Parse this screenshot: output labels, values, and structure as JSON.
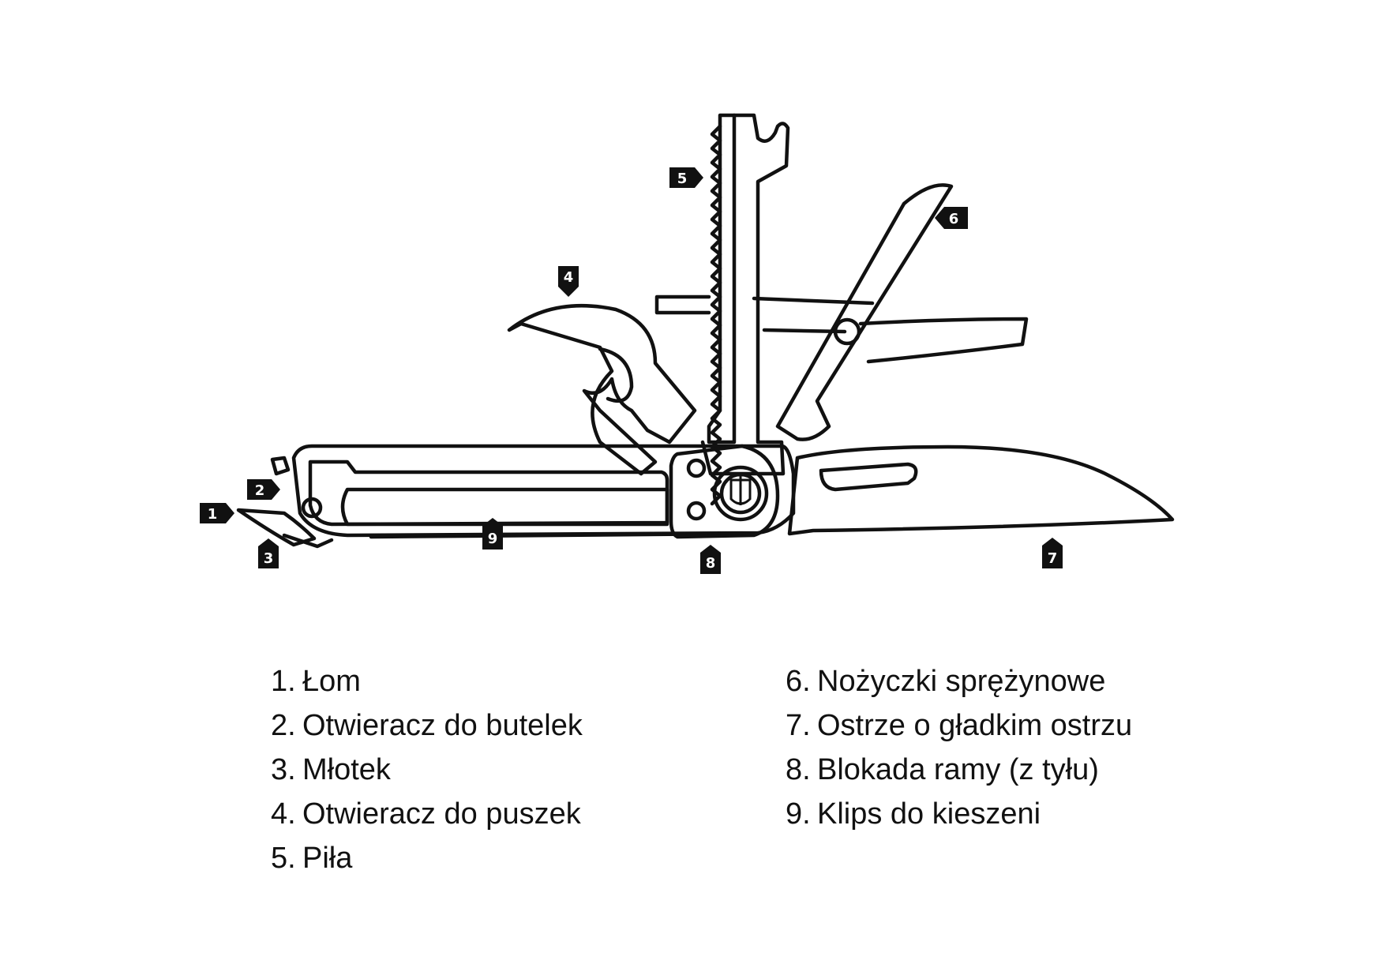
{
  "callouts": [
    {
      "number": "1",
      "label": "Łom"
    },
    {
      "number": "2",
      "label": "Otwieracz do butelek"
    },
    {
      "number": "3",
      "label": "Młotek"
    },
    {
      "number": "4",
      "label": "Otwieracz do puszek"
    },
    {
      "number": "5",
      "label": "Piła"
    },
    {
      "number": "6",
      "label": "Nożyczki sprężynowe"
    },
    {
      "number": "7",
      "label": "Ostrze o gładkim ostrzu"
    },
    {
      "number": "8",
      "label": "Blokada ramy (z tyłu)"
    },
    {
      "number": "9",
      "label": "Klips do kieszeni"
    }
  ],
  "colors": {
    "line": "#111111",
    "tag_fill": "#111111",
    "background": "#ffffff"
  }
}
